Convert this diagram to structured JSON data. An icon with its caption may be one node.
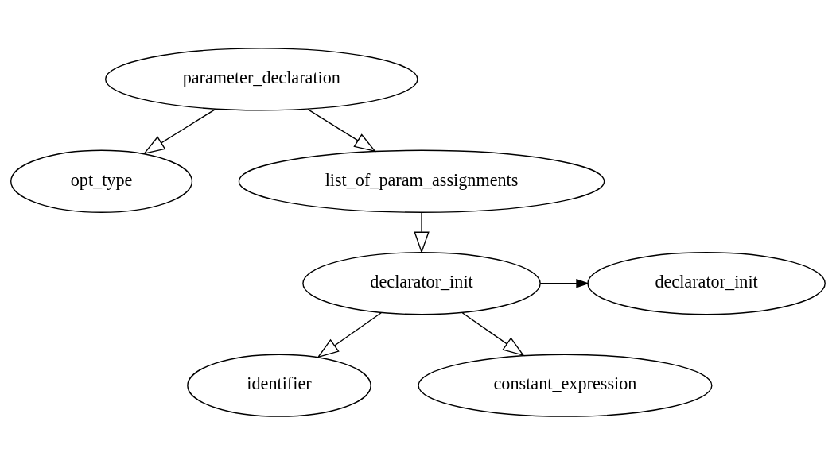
{
  "diagram": {
    "nodes": [
      {
        "text": [
          "parameter_declaration"
        ]
      },
      {
        "text": [
          "opt_type"
        ]
      },
      {
        "text": [
          "list_of_param_assignments"
        ]
      },
      {
        "text": [
          "declarator_init"
        ]
      },
      {
        "text": [
          "declarator_init"
        ]
      },
      {
        "text": [
          "identifier"
        ]
      },
      {
        "text": [
          "constant_expression"
        ]
      }
    ],
    "edges": [
      {
        "from": 0,
        "to": 1,
        "arrow": "to"
      },
      {
        "from": 0,
        "to": 2,
        "arrow": "to"
      },
      {
        "from": 2,
        "to": 3,
        "arrow": "to"
      },
      {
        "from": 3,
        "to": 4,
        "arrow": "to"
      },
      {
        "from": 3,
        "to": 5,
        "arrow": "to"
      },
      {
        "from": 3,
        "to": 6,
        "arrow": "to"
      }
    ]
  }
}
